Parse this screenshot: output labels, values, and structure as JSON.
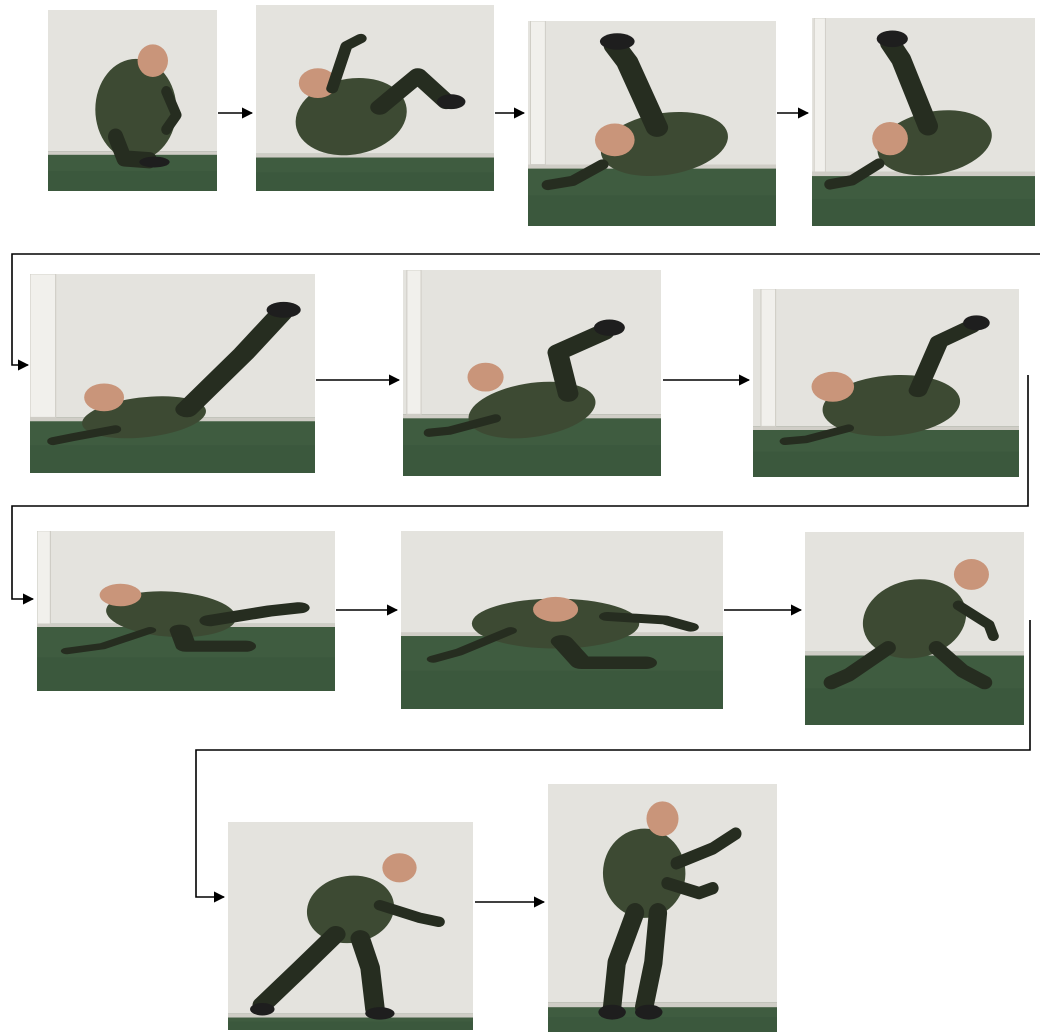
{
  "colors": {
    "wall": "#e4e3de",
    "wall_shade": "#cfcdc6",
    "floor": "#3f5c40",
    "floor_dark": "#34503a",
    "camo": "#3d4a33",
    "camo_dark": "#262d20",
    "skin": "#c9957a",
    "shoe": "#1e1e1e",
    "door": "#f1f0ec",
    "arrow": "#000000"
  },
  "frames": [
    {
      "id": 1,
      "pose": "crouch-tuck"
    },
    {
      "id": 2,
      "pose": "back-roll-start"
    },
    {
      "id": 3,
      "pose": "shoulder-stand"
    },
    {
      "id": 4,
      "pose": "shoulder-stand"
    },
    {
      "id": 5,
      "pose": "lying-leg-raised"
    },
    {
      "id": 6,
      "pose": "lying-knees-bent"
    },
    {
      "id": 7,
      "pose": "side-roll"
    },
    {
      "id": 8,
      "pose": "side-kneel-arm-out"
    },
    {
      "id": 9,
      "pose": "crawl-forward"
    },
    {
      "id": 10,
      "pose": "kneel-rise"
    },
    {
      "id": 11,
      "pose": "lunge-up"
    },
    {
      "id": 12,
      "pose": "guard-stance"
    }
  ]
}
